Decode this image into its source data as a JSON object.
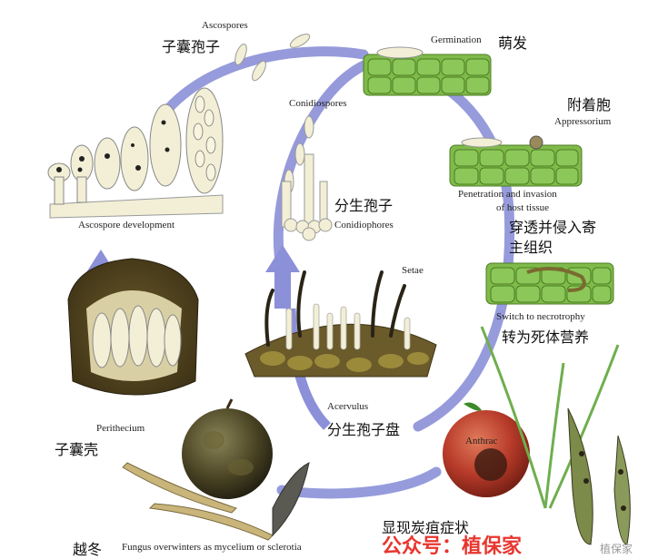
{
  "diagram": {
    "stages": {
      "ascospores": {
        "en": "Ascospores",
        "zh": "子囊孢子"
      },
      "germination": {
        "en": "Germination",
        "zh": "萌发"
      },
      "appressorium": {
        "en": "Appressorium",
        "zh": "附着胞"
      },
      "conidiospores": {
        "en": "Conidiospores"
      },
      "conidia": {
        "zh": "分生孢子"
      },
      "conidiophores": {
        "en": "Conidiophores"
      },
      "setae": {
        "en": "Setae"
      },
      "penetration": {
        "en_line1": "Penetration and invasion",
        "en_line2": "of host tissue",
        "zh": "穿透并侵入寄主组织"
      },
      "necrotrophy": {
        "en": "Switch to necrotrophy",
        "zh": "转为死体营养"
      },
      "ascospore_development": {
        "en": "Ascospore development"
      },
      "perithecium": {
        "en": "Perithecium",
        "zh": "子囊壳"
      },
      "acervulus": {
        "en": "Acervulus",
        "zh": "分生孢子盘"
      },
      "anthracnose": {
        "en": "Anthrac",
        "zh": "显现炭疽症状"
      },
      "overwinter": {
        "en": "Fungus overwinters as mycelium or sclerotia",
        "zh": "越冬"
      }
    },
    "watermark": {
      "text": "公众号：植保家",
      "sub": "植保家"
    },
    "colors": {
      "arrow": "#8b90d8",
      "leaf": "#7fba4a",
      "apple": "#b83b2a",
      "fungus_dark": "#5a4a22",
      "spore": "#f2efd6",
      "watermark": "#e8362f"
    }
  }
}
